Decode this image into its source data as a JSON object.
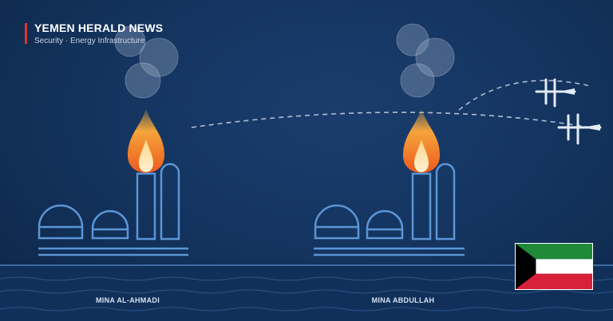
{
  "brand": {
    "title": "YEMEN HERALD NEWS",
    "subtitle": "Security · Energy Infrastructure",
    "accent_color": "#d8382e"
  },
  "locations": [
    {
      "label": "MINA AL-AHMADI"
    },
    {
      "label": "MINA ABDULLAH"
    }
  ],
  "scene": {
    "icons": [
      "refinery-icon",
      "flame-icon",
      "smoke-icon",
      "drone-icon",
      "flight-path-icon",
      "sea-waves-icon"
    ],
    "colors": {
      "background": "#143560",
      "structure_stroke": "#5b95d6",
      "flame_outer": "#f26a21",
      "flame_inner": "#ffe6b0",
      "sea": "#10305a"
    }
  },
  "flag": {
    "icon": "kuwait-flag-icon",
    "colors": {
      "green": "#1f8a3a",
      "white": "#ffffff",
      "red": "#d8203a",
      "black": "#000000"
    }
  }
}
